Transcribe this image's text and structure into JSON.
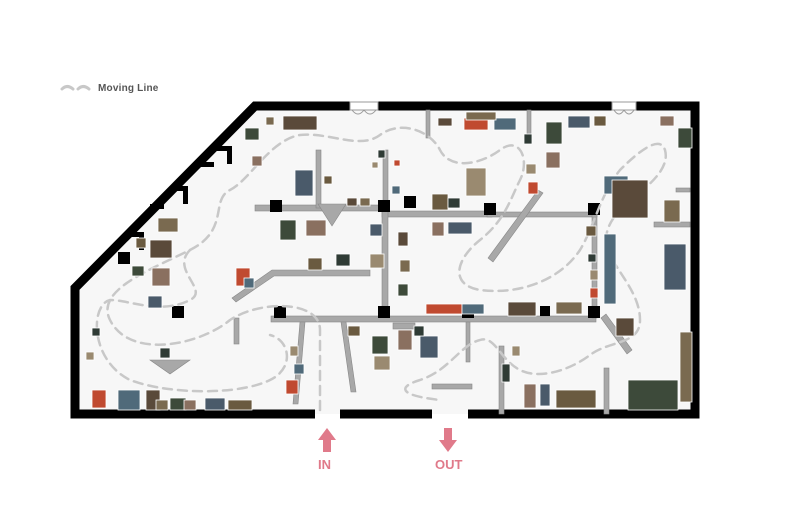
{
  "legend": {
    "label": "Moving Line",
    "icon": "dashed-line-icon"
  },
  "entrances": {
    "in_label": "IN",
    "out_label": "OUT"
  },
  "colors": {
    "wall": "#000000",
    "partition": "#a0a0a0",
    "path": "#c8c8c8",
    "arrow": "#e07a8a",
    "artwork_palette": [
      "#5a4a3a",
      "#7a6a50",
      "#3d4a3a",
      "#8a7060",
      "#4a5a6a",
      "#6a5a40",
      "#2f3b35",
      "#9a8a70",
      "#c04a30",
      "#506a7a"
    ]
  }
}
